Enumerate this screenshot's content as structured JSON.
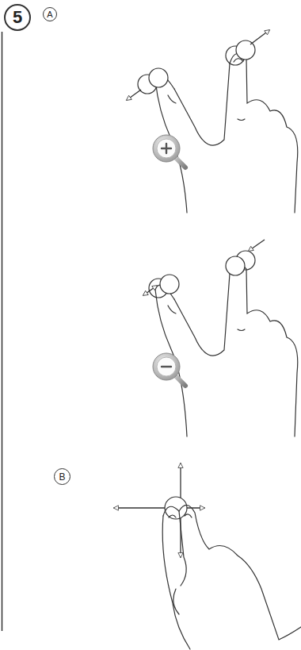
{
  "diagram": {
    "nodes": [
      {
        "text": [
          "5"
        ]
      },
      {
        "text": [
          "A"
        ]
      },
      {
        "text": [
          "B"
        ]
      }
    ]
  }
}
